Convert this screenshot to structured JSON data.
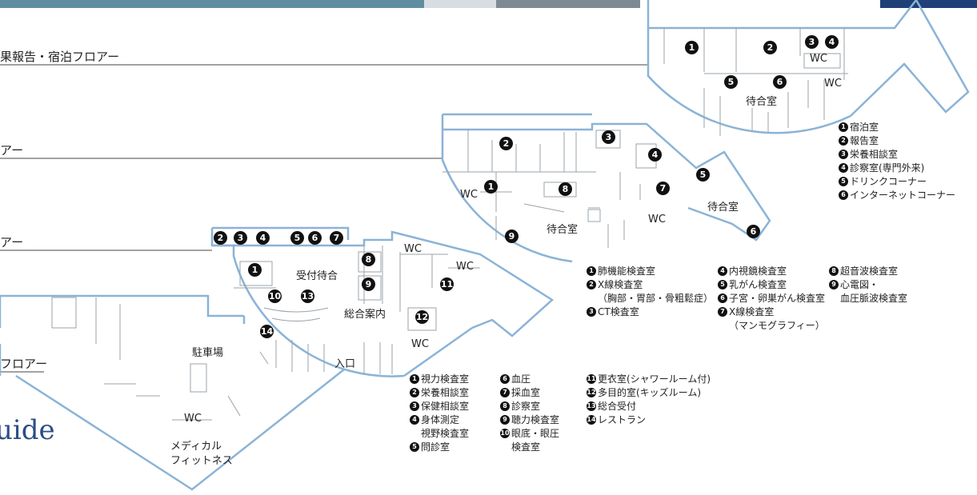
{
  "floors": {
    "f4_title": "果報告・宿泊フロアー",
    "f3_title": "アー",
    "f2_title": "アー",
    "f1_title": "フロアー"
  },
  "guide_text": "uide",
  "labels": {
    "machiai_4f": "待合室",
    "machiai_3f_a": "待合室",
    "machiai_3f_b": "待合室",
    "uketsuke": "受付待合",
    "sogo": "総合案内",
    "entrance": "入口",
    "parking": "駐車場",
    "fitness_line1": "メディカル",
    "fitness_line2": "フィットネス",
    "wc": "WC"
  },
  "legend_4f": [
    {
      "num": "1",
      "label": "宿泊室"
    },
    {
      "num": "2",
      "label": "報告室"
    },
    {
      "num": "3",
      "label": "栄養相談室"
    },
    {
      "num": "4",
      "label": "診察室(専門外来)"
    },
    {
      "num": "5",
      "label": "ドリンクコーナー"
    },
    {
      "num": "6",
      "label": "インターネットコーナー"
    }
  ],
  "legend_3f": {
    "col1": [
      {
        "num": "1",
        "label": "肺機能検査室"
      },
      {
        "num": "2",
        "label": "X線検査室",
        "cont": "（胸部・胃部・骨粗鬆症）"
      },
      {
        "num": "3",
        "label": "CT検査室"
      }
    ],
    "col2": [
      {
        "num": "4",
        "label": "内視鏡検査室"
      },
      {
        "num": "5",
        "label": "乳がん検査室"
      },
      {
        "num": "6",
        "label": "子宮・卵巣がん検査室"
      },
      {
        "num": "7",
        "label": "X線検査室",
        "cont": "（マンモグラフィー）"
      }
    ],
    "col3": [
      {
        "num": "8",
        "label": "超音波検査室"
      },
      {
        "num": "9",
        "label": "心電図・",
        "cont": "血圧脈波検査室"
      }
    ]
  },
  "legend_2f": {
    "col1": [
      {
        "num": "1",
        "label": "視力検査室"
      },
      {
        "num": "2",
        "label": "栄養相談室"
      },
      {
        "num": "3",
        "label": "保健相談室"
      },
      {
        "num": "4",
        "label": "身体測定",
        "cont": "視野検査室"
      },
      {
        "num": "5",
        "label": "問診室"
      }
    ],
    "col2": [
      {
        "num": "6",
        "label": "血圧"
      },
      {
        "num": "7",
        "label": "採血室"
      },
      {
        "num": "8",
        "label": "診察室"
      },
      {
        "num": "9",
        "label": "聴力検査室"
      },
      {
        "num": "10",
        "label": "眼底・眼圧",
        "cont": "検査室"
      }
    ],
    "col3": [
      {
        "num": "11",
        "label": "更衣室(シャワールーム付)"
      },
      {
        "num": "12",
        "label": "多目的室(キッズルーム)"
      },
      {
        "num": "13",
        "label": "総合受付"
      },
      {
        "num": "14",
        "label": "レストラン"
      }
    ]
  },
  "colors": {
    "wall": "#8bb3d6",
    "inner": "#9aa3ab",
    "marker": "#111111",
    "guide": "#2b4d86"
  }
}
